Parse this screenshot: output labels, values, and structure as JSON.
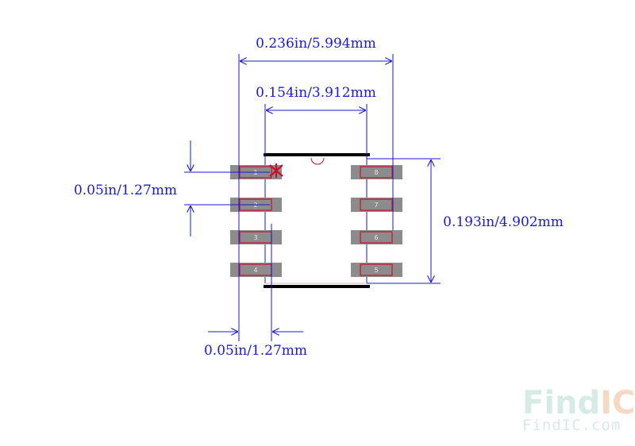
{
  "dimensions": {
    "overall_width": "0.236in/5.994mm",
    "body_width": "0.154in/3.912mm",
    "pitch_vertical": "0.05in/1.27mm",
    "body_length": "0.193in/4.902mm",
    "pad_width": "0.05in/1.27mm"
  },
  "pins_left": [
    "1",
    "2",
    "3",
    "4"
  ],
  "pins_right": [
    "8",
    "7",
    "6",
    "5"
  ],
  "watermark": {
    "logo_find": "Find",
    "logo_ic": "IC",
    "site": "FindIC.com"
  },
  "colors": {
    "dimension_line": "#1a1ad6",
    "pad_fill": "#8c8c8c",
    "pad_outline": "#c8102e",
    "body_edge": "#000000",
    "pin1_marker": "#c8102e",
    "watermark_find": "#d6ebe6",
    "watermark_ic": "#f6d9c4"
  }
}
